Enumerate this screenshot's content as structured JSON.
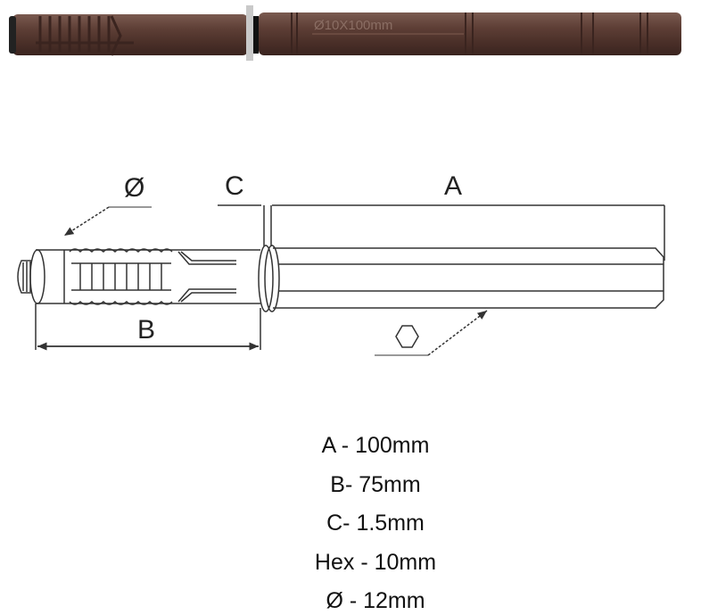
{
  "photo": {
    "engraving": "Ø10X100mm",
    "color": "#5a3a30"
  },
  "diagram": {
    "labels": {
      "diameter": "Ø",
      "c": "C",
      "a": "A",
      "b": "B"
    },
    "hex_icon": "hexagon-icon"
  },
  "specs": [
    "A - 100mm",
    "B- 75mm",
    "C- 1.5mm",
    "Hex - 10mm",
    "Ø - 12mm"
  ]
}
